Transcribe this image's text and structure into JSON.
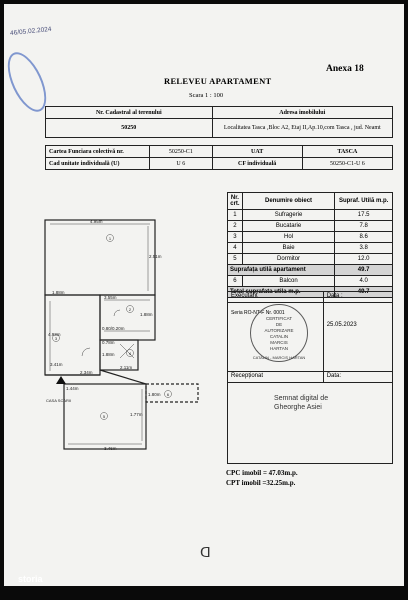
{
  "header": {
    "handwritten_date": "46/05.02.2024",
    "annex": "Anexa 18",
    "title": "RELEVEU APARTAMENT",
    "scale": "Scara 1 : 100"
  },
  "registration": {
    "cadastral_label": "Nr. Cadastral al terenului",
    "cadastral_value": "50250",
    "address_label": "Adresa imobilului",
    "address_value": "Localitatea Tasca ,Bloc A2, Etaj II,Ap.10,com Tasca , jud. Neamt",
    "carte_label": "Cartea Funciara colectivă nr.",
    "carte_value": "50250-C1",
    "uat_label": "UAT",
    "uat_value": "TASCA",
    "cad_unit_label": "Cad unitate individuală (U)",
    "cad_unit_value": "U 6",
    "cf_label": "CF individuală",
    "cf_value": "50250-C1-U 6"
  },
  "plan": {
    "dims": [
      "4.95m",
      "2.51m",
      "1.88m",
      "3.55m",
      "1.88m",
      "4.93m",
      "0.80/0.20m",
      "0.78m",
      "2.11m",
      "1.88m",
      "3.41m",
      "2.34m",
      "1.80m",
      "3.46m",
      "1.44m",
      "1.77m"
    ],
    "room_numbers": [
      "1",
      "2",
      "3",
      "4",
      "5",
      "6"
    ],
    "stair_label": "CASA SCARII"
  },
  "rooms": {
    "headers": [
      "Nr. crt.",
      "Denumire obiect",
      "Supraf. Utilă m.p."
    ],
    "rows": [
      {
        "nr": "1",
        "name": "Sufragerie",
        "area": "17.5"
      },
      {
        "nr": "2",
        "name": "Bucatarie",
        "area": "7.8"
      },
      {
        "nr": "3",
        "name": "Hol",
        "area": "8.6"
      },
      {
        "nr": "4",
        "name": "Baie",
        "area": "3.8"
      },
      {
        "nr": "5",
        "name": "Dormitor",
        "area": "12.0"
      }
    ],
    "useful_label": "Suprafața utilă apartament",
    "useful_value": "49.7",
    "balcony_nr": "6",
    "balcony_name": "Balcon",
    "balcony_area": "4.0",
    "total_label": "Total suprafata utila m.p.",
    "total_value": "49.7"
  },
  "signature_block": {
    "executant_label": "Executant",
    "data_label": "Data :",
    "executant_text": "Seria RO-NT-F Nr. 0001",
    "date_value": "25.05.2023",
    "stamp_lines": [
      "CERTIFICAT",
      "DE",
      "AUTORIZARE",
      "CATALIN",
      "MARCIS",
      "HARTAN"
    ],
    "stamp_footer": "CATALIN - MARCIS HARTAN",
    "receptionat_label": "Recepționat",
    "receptionat_data": "Data:",
    "digital_signature": "Semnat digital de Gheorghe Asiei"
  },
  "footer": {
    "cpc": "CPC imobil = 47.03m.p.",
    "cpt": "CPT imobil =32.25m.p.",
    "signature": "ᗡ",
    "brand": "storia"
  }
}
